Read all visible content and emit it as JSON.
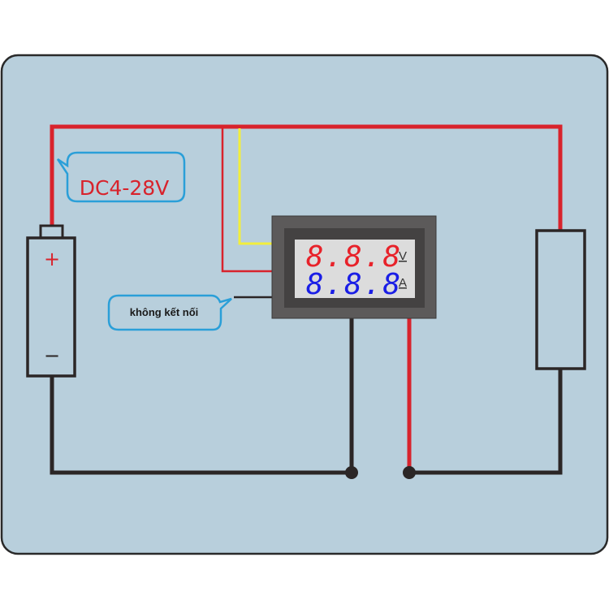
{
  "diagram": {
    "title": "DC voltmeter-ammeter wiring diagram",
    "supply_label": "DC4-28V",
    "not_connected_label": "không kết nối",
    "battery": {
      "positive_symbol": "+",
      "negative_symbol": "−"
    },
    "meter": {
      "voltage_reading": "8.8.8",
      "voltage_unit": "V",
      "current_reading": "8.8.8",
      "current_unit": "A"
    },
    "load": "resistor"
  },
  "colors": {
    "background": "#b8cfdc",
    "frame": "#2a2a2a",
    "wire_positive": "#d8232c",
    "wire_negative": "#2b2626",
    "wire_signal": "#f2ee3c",
    "callout_border": "#2a9fd8",
    "meter_bezel": "#5c5a5a",
    "meter_inner": "#444242",
    "display_bg": "#dcdcdc",
    "voltage_digits": "#e8222a",
    "current_digits": "#1a1ee6"
  }
}
